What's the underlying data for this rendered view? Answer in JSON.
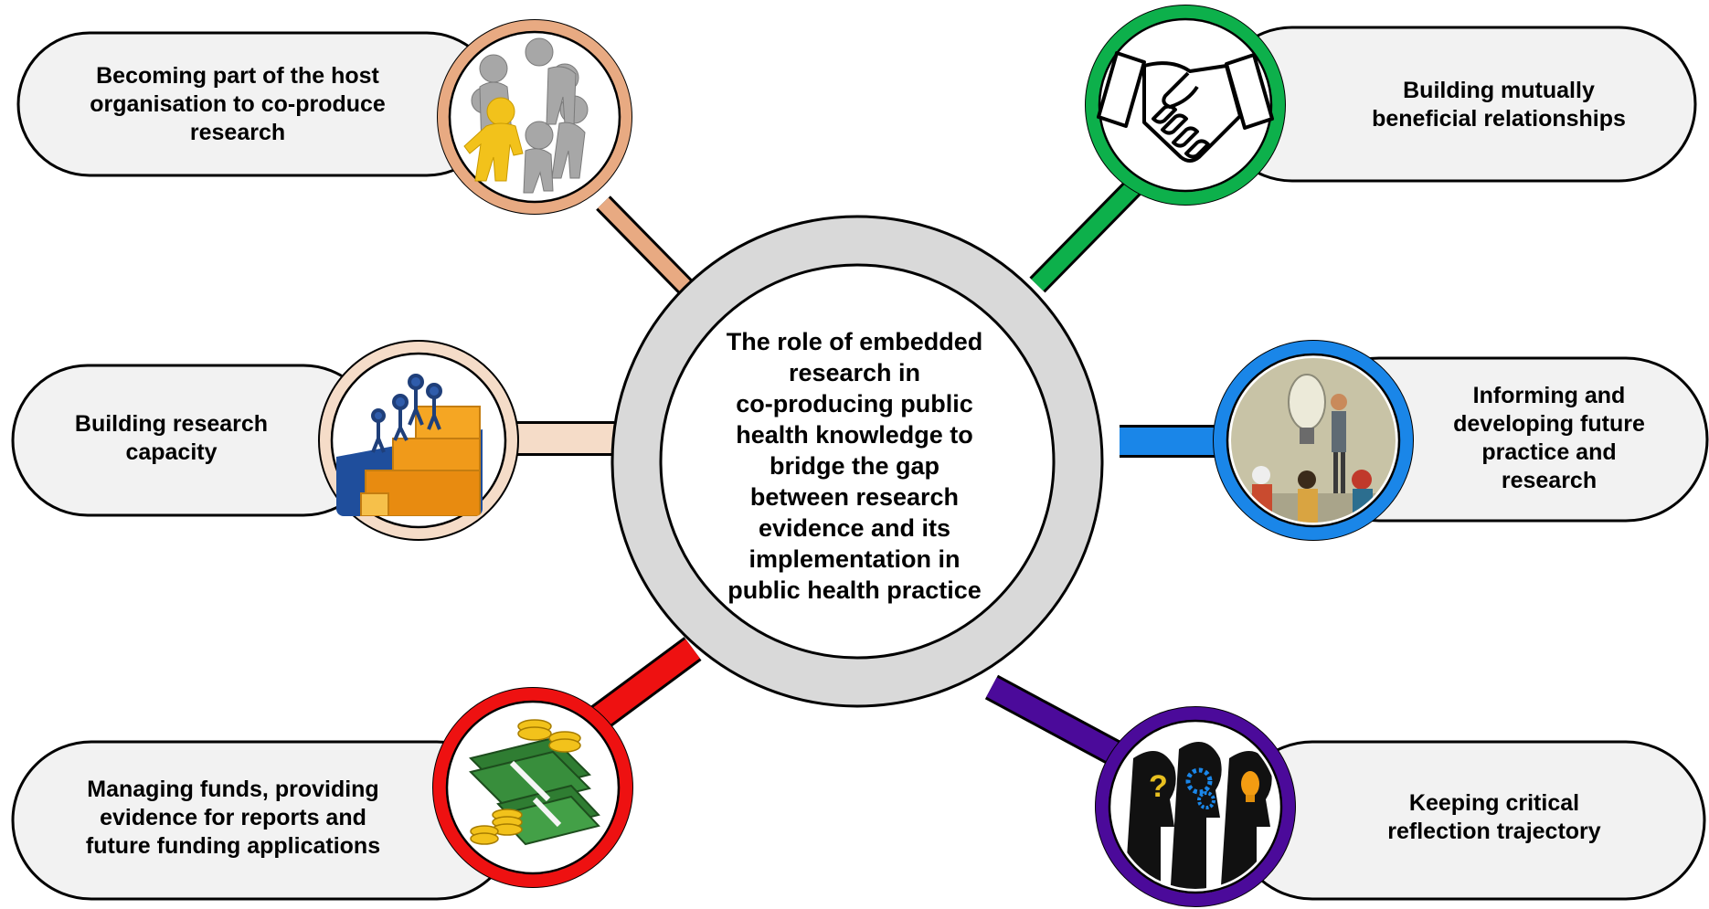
{
  "center": {
    "text": "The role of embedded\nresearch in\nco-producing public\nhealth knowledge to\nbridge the gap\nbetween research\nevidence and its\nimplementation in\npublic health practice"
  },
  "themes": [
    {
      "label": "Becoming part of the host\norganisation to co-produce\nresearch",
      "icon": "teamwork-puzzle-icon",
      "color": "#e8aa82"
    },
    {
      "label": "Building research\ncapacity",
      "icon": "stairs-people-icon",
      "color": "#f5dcc8"
    },
    {
      "label": "Managing funds, providing\nevidence for reports and\nfuture funding applications",
      "icon": "money-stack-icon",
      "color": "#ee1111"
    },
    {
      "label": "Building mutually\nbeneficial relationships",
      "icon": "handshake-icon",
      "color": "#0db04b"
    },
    {
      "label": "Informing and\ndeveloping future\npractice and\nresearch",
      "icon": "lightbulb-presenter-icon",
      "color": "#1a86e8"
    },
    {
      "label": "Keeping critical\nreflection trajectory",
      "icon": "heads-thinking-icon",
      "color": "#4b0a9a"
    }
  ]
}
